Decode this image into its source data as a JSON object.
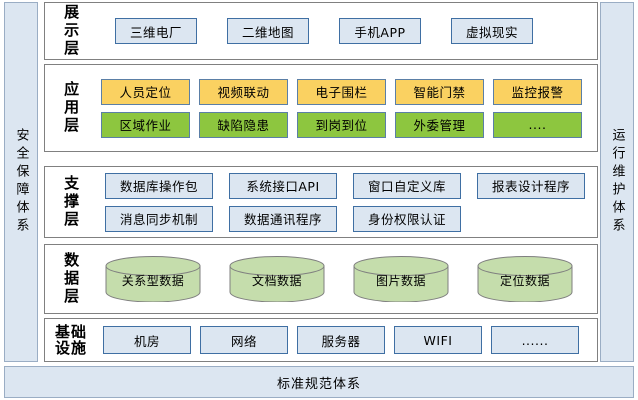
{
  "colors": {
    "rail_fill": "#dce6f1",
    "rail_border": "#9aadc4",
    "panel_border": "#808080",
    "blue_fill": "#dce6f1",
    "blue_border": "#3f6fa3",
    "amber_fill": "#fad161",
    "amber_border": "#5b7fa6",
    "green_fill": "#8dc63f",
    "green_border": "#5b7fa6",
    "cylinder_fill": "#c5ddac",
    "cylinder_border": "#7f7f7f"
  },
  "left_rail": {
    "label": "安全保障体系"
  },
  "right_rail": {
    "label": "运行维护体系"
  },
  "bottom_bar": {
    "label": "标准规范体系"
  },
  "layers": [
    {
      "name": "presentation",
      "label": "展示层",
      "label_lines": [
        "展",
        "示",
        "层"
      ],
      "rows": [
        {
          "style": "blue",
          "items": [
            {
              "label": "三维电厂"
            },
            {
              "label": "二维地图"
            },
            {
              "label": "手机APP"
            },
            {
              "label": "虚拟现实"
            }
          ]
        }
      ]
    },
    {
      "name": "application",
      "label": "应用层",
      "label_lines": [
        "应",
        "用",
        "层"
      ],
      "rows": [
        {
          "style": "amber",
          "items": [
            {
              "label": "人员定位"
            },
            {
              "label": "视频联动"
            },
            {
              "label": "电子围栏"
            },
            {
              "label": "智能门禁"
            },
            {
              "label": "监控报警"
            }
          ]
        },
        {
          "style": "green",
          "items": [
            {
              "label": "区域作业"
            },
            {
              "label": "缺陷隐患"
            },
            {
              "label": "到岗到位"
            },
            {
              "label": "外委管理"
            },
            {
              "label": "...."
            }
          ]
        }
      ]
    },
    {
      "name": "support",
      "label": "支撑层",
      "label_lines": [
        "支",
        "撑",
        "层"
      ],
      "rows": [
        {
          "style": "blue",
          "items": [
            {
              "label": "数据库操作包"
            },
            {
              "label": "系统接口API"
            },
            {
              "label": "窗口自定义库"
            },
            {
              "label": "报表设计程序"
            }
          ]
        },
        {
          "style": "blue",
          "items": [
            {
              "label": "消息同步机制"
            },
            {
              "label": "数据通讯程序"
            },
            {
              "label": "身份权限认证"
            },
            {
              "label": "",
              "empty": true
            }
          ]
        }
      ]
    },
    {
      "name": "data",
      "label": "数据层",
      "label_lines": [
        "数",
        "据",
        "层"
      ],
      "cylinders": [
        {
          "label": "关系型数据"
        },
        {
          "label": "文档数据"
        },
        {
          "label": "图片数据"
        },
        {
          "label": "定位数据"
        }
      ]
    },
    {
      "name": "infrastructure",
      "label": "基础设施",
      "label_lines": [
        "基础",
        "设施"
      ],
      "rows": [
        {
          "style": "blue",
          "items": [
            {
              "label": "机房"
            },
            {
              "label": "网络"
            },
            {
              "label": "服务器"
            },
            {
              "label": "WIFI"
            },
            {
              "label": "......"
            }
          ]
        }
      ]
    }
  ]
}
